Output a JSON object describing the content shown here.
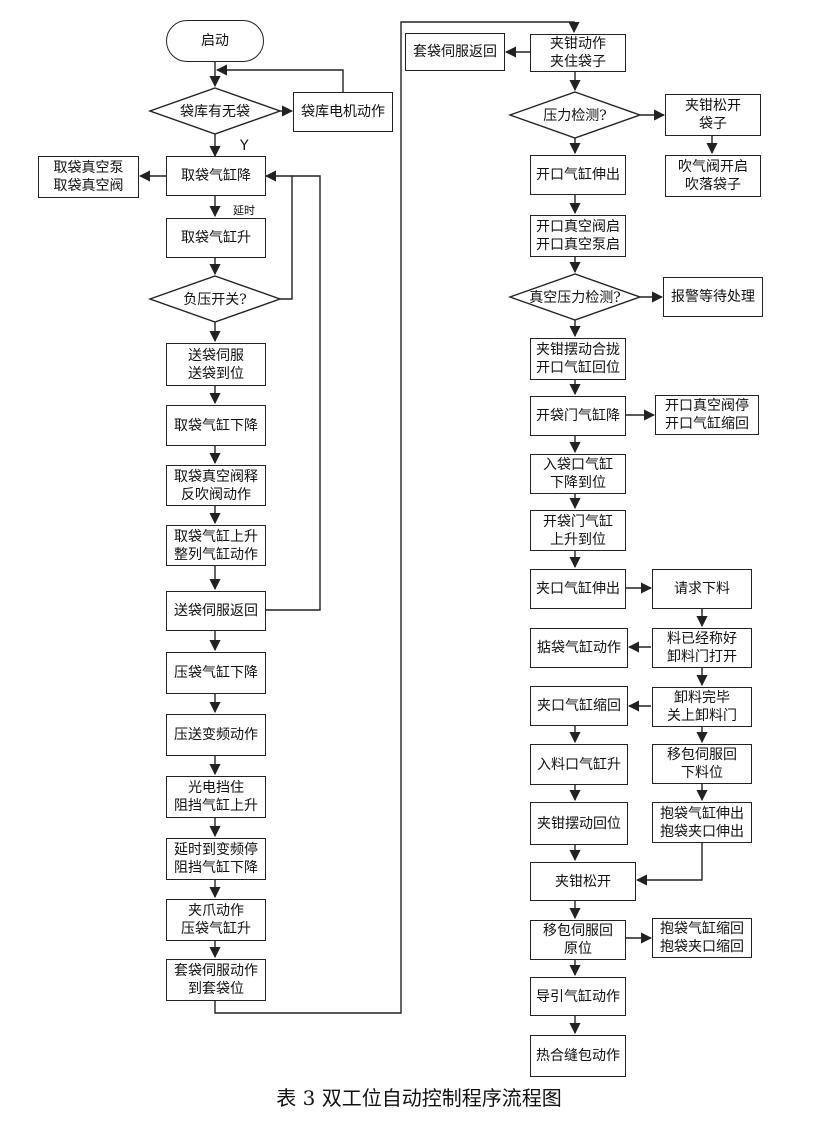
{
  "start": "启动",
  "d_bag_lib": "袋库有无袋",
  "bag_lib_motor": "袋库电机动作",
  "label_Y": "Y",
  "take_vac": "取袋真空泵\n取袋真空阀",
  "take_cyl_down": "取袋气缸降",
  "label_delay": "延时",
  "take_cyl_up": "取袋气缸升",
  "d_neg_pressure": "负压开关?",
  "servo_feed": "送袋伺服\n送袋到位",
  "take_cyl_lower": "取袋气缸下降",
  "vac_release": "取袋真空阀释\n反吹阀动作",
  "cyl_up_align": "取袋气缸上升\n整列气缸动作",
  "servo_return": "送袋伺服返回",
  "press_down": "压袋气缸下降",
  "press_vfd": "压送变频动作",
  "photo_stop": "光电挡住\n阻挡气缸上升",
  "delay_stop": "延时到变频停\n阻挡气缸下降",
  "claw_press": "夹爪动作\n压袋气缸升",
  "sleeve_servo": "套袋伺服动作\n到套袋位",
  "sleeve_return": "套袋伺服返回",
  "clamp_bag": "夹钳动作\n夹住袋子",
  "d_pressure": "压力检测?",
  "clamp_release": "夹钳松开\n袋子",
  "blow_drop": "吹气阀开启\n吹落袋子",
  "open_extend": "开口气缸伸出",
  "open_vac": "开口真空阀启\n开口真空泵启",
  "d_vac_pressure": "真空压力检测?",
  "alarm": "报警等待处理",
  "clamp_swing": "夹钳摆动合拢\n开口气缸回位",
  "door_down": "开袋门气缸降",
  "open_vac_stop": "开口真空阀停\n开口气缸缩回",
  "inlet_down": "入袋口气缸\n下降到位",
  "door_up": "开袋门气缸\n上升到位",
  "clampmouth_extend": "夹口气缸伸出",
  "request": "请求下料",
  "shake": "掂袋气缸动作",
  "weighed": "料已经称好\n卸料门打开",
  "clampmouth_retract": "夹口气缸缩回",
  "discharge_done": "卸料完毕\n关上卸料门",
  "move_servo_down": "移包伺服回\n下料位",
  "inlet_up": "入料口气缸升",
  "hold_extend": "抱袋气缸伸出\n抱袋夹口伸出",
  "clamp_swing_back": "夹钳摆动回位",
  "clamp_open": "夹钳松开",
  "move_servo_home": "移包伺服回\n原位",
  "hold_retract": "抱袋气缸缩回\n抱袋夹口缩回",
  "guide": "导引气缸动作",
  "seal": "热合缝包动作",
  "caption": "表 3 双工位自动控制程序流程图"
}
